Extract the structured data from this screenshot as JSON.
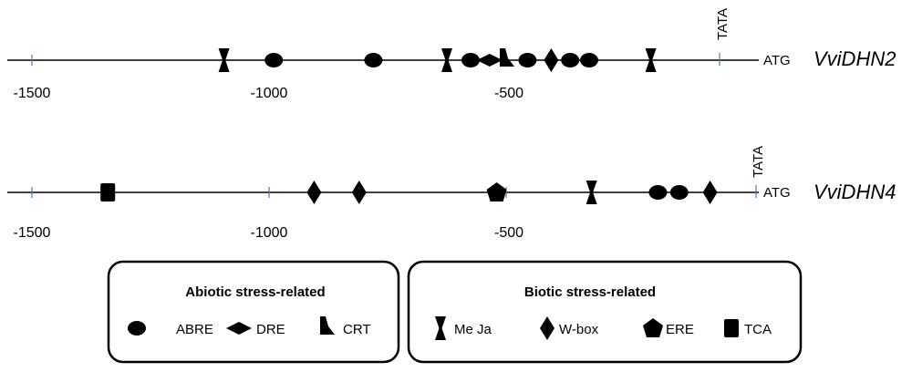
{
  "promoters": [
    {
      "gene": "VviDHN2",
      "atg_label": "ATG",
      "tata_label": "TATA",
      "ticks": [
        "-1500",
        "-1000",
        "-500"
      ],
      "elements": [
        {
          "type": "meja",
          "pos": -1095
        },
        {
          "type": "abre",
          "pos": -990
        },
        {
          "type": "abre",
          "pos": -780
        },
        {
          "type": "meja",
          "pos": -625
        },
        {
          "type": "abre",
          "pos": -575
        },
        {
          "type": "dre",
          "pos": -535
        },
        {
          "type": "crt",
          "pos": -500
        },
        {
          "type": "abre",
          "pos": -455
        },
        {
          "type": "wbox",
          "pos": -405
        },
        {
          "type": "abre",
          "pos": -365
        },
        {
          "type": "abre",
          "pos": -325
        },
        {
          "type": "meja",
          "pos": -195
        }
      ]
    },
    {
      "gene": "VviDHN4",
      "atg_label": "ATG",
      "tata_label": "TATA",
      "ticks": [
        "-1500",
        "-1000",
        "-500"
      ],
      "elements": [
        {
          "type": "tca",
          "pos": -1340
        },
        {
          "type": "wbox",
          "pos": -905
        },
        {
          "type": "wbox",
          "pos": -810
        },
        {
          "type": "ere",
          "pos": -520
        },
        {
          "type": "meja",
          "pos": -320
        },
        {
          "type": "abre",
          "pos": -180
        },
        {
          "type": "abre",
          "pos": -135
        },
        {
          "type": "wbox",
          "pos": -70
        }
      ]
    }
  ],
  "legend": {
    "abiotic": {
      "title": "Abiotic stress-related",
      "items": [
        {
          "type": "abre",
          "label": "ABRE"
        },
        {
          "type": "dre",
          "label": "DRE"
        },
        {
          "type": "crt",
          "label": "CRT"
        }
      ]
    },
    "biotic": {
      "title": "Biotic stress-related",
      "items": [
        {
          "type": "meja",
          "label": "Me Ja"
        },
        {
          "type": "wbox",
          "label": "W-box"
        },
        {
          "type": "ere",
          "label": "ERE"
        },
        {
          "type": "tca",
          "label": "TCA"
        }
      ]
    }
  }
}
